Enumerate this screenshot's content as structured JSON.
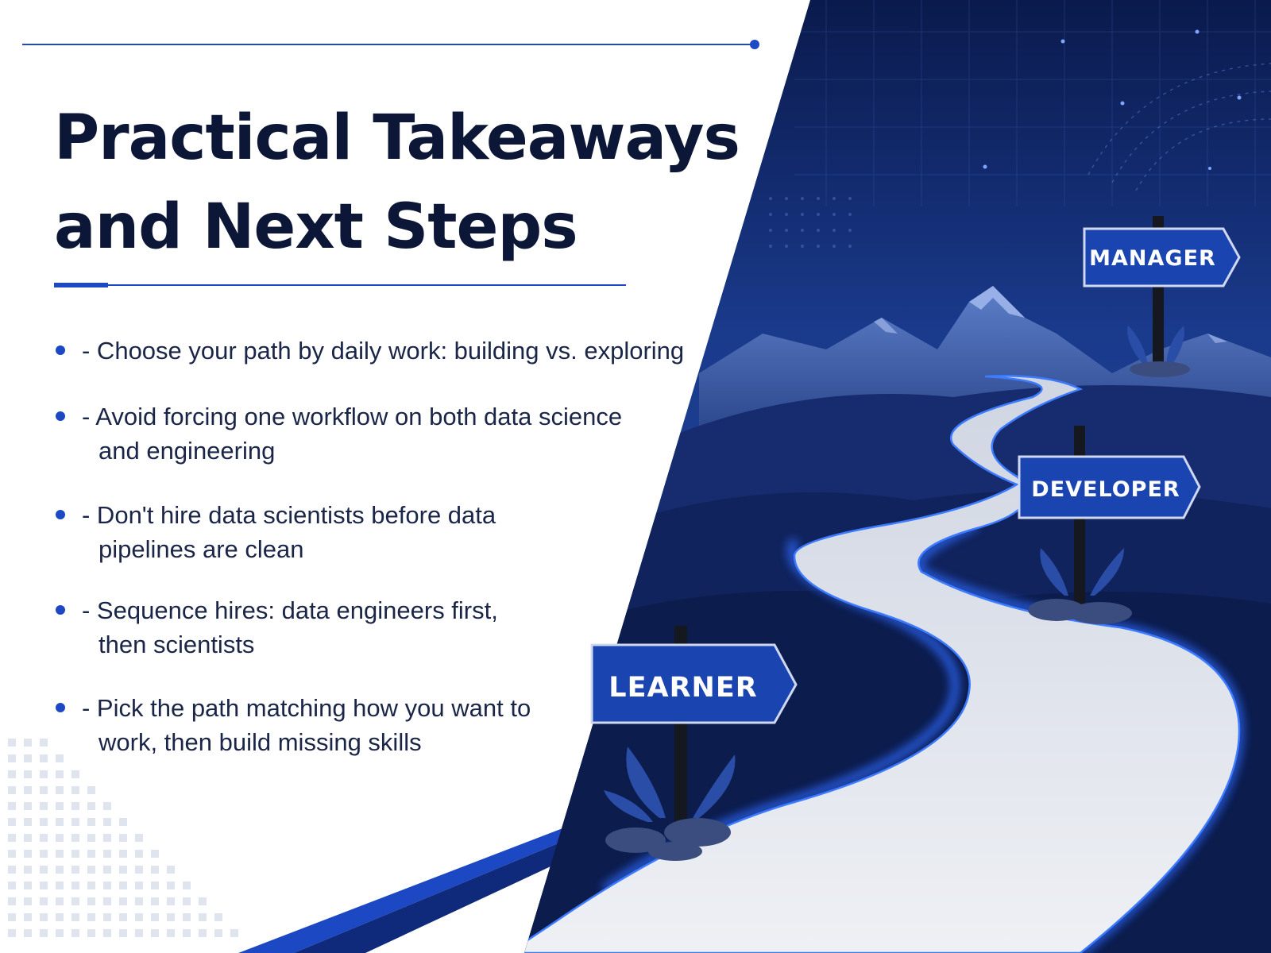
{
  "title": {
    "line1": "Practical Takeaways",
    "line2": "and Next Steps"
  },
  "bullets": [
    {
      "line1": "- Choose your path by daily work: building vs. exploring"
    },
    {
      "line1": "- Avoid forcing one workflow on both data science",
      "line2": "and engineering"
    },
    {
      "line1": "- Don't hire data scientists before data",
      "line2": "pipelines are clean"
    },
    {
      "line1": "- Sequence hires: data engineers first,",
      "line2": "then scientists"
    },
    {
      "line1": "- Pick the path matching how you want to",
      "line2": "work, then build missing skills"
    }
  ],
  "signs": {
    "learner": "LEARNER",
    "developer": "DEVELOPER",
    "manager": "MANAGER"
  },
  "colors": {
    "accent": "#1d48c4",
    "title": "#0c1737",
    "night_sky": "#0b1d4f",
    "path": "#e8eaef",
    "sign": "#1a44b0"
  },
  "icons": [
    "winding-path",
    "mountains",
    "signpost",
    "stars",
    "plant",
    "rocks"
  ]
}
